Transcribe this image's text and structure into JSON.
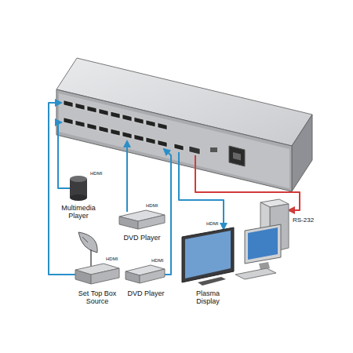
{
  "diagram": {
    "nodes": [
      {
        "text": [
          "Multimedia Player"
        ]
      },
      {
        "text": [
          "DVD Player"
        ]
      },
      {
        "text": [
          "Set Top Box Source"
        ]
      },
      {
        "text": [
          "DVD Player"
        ]
      },
      {
        "text": [
          "Plasma Display"
        ]
      }
    ],
    "labels": [
      "HDMI",
      "HDMI",
      "HDMI",
      "HDMI",
      "HDMI",
      "RS-232"
    ]
  }
}
